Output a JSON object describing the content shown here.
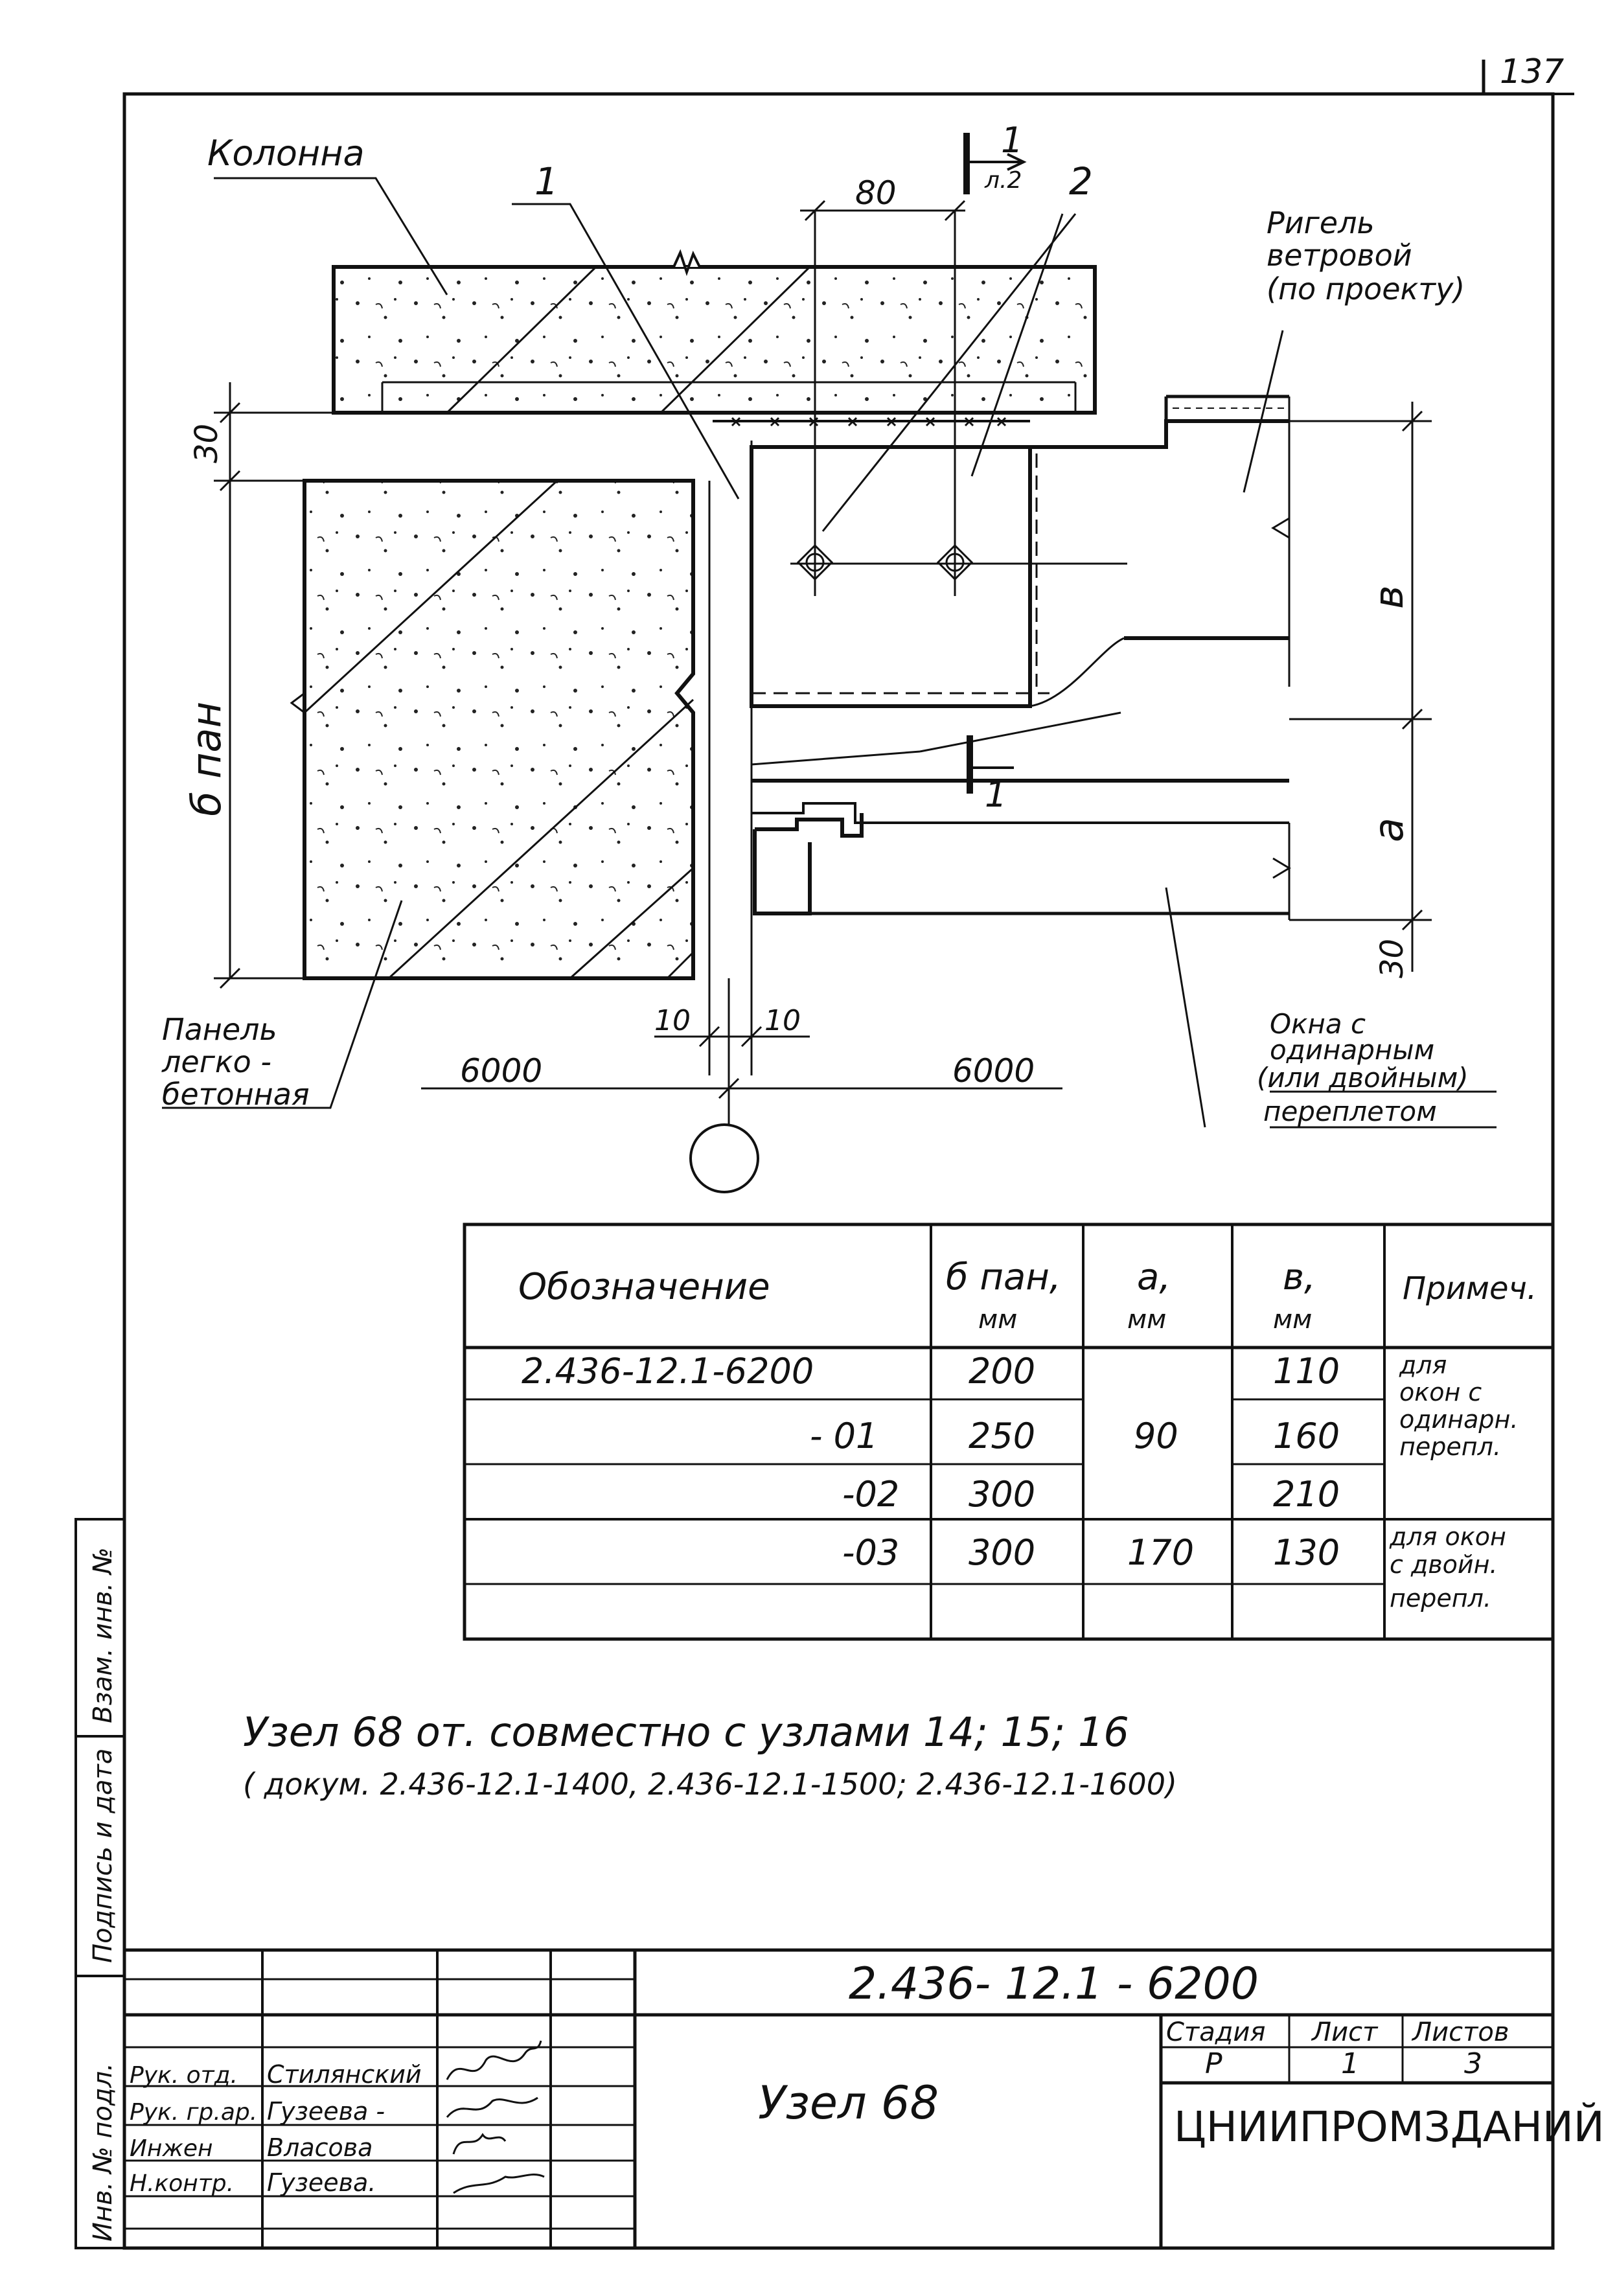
{
  "sheet": {
    "page_number": "137"
  },
  "drawing": {
    "labels": {
      "column": "Колонна",
      "girder_l1": "Ригель",
      "girder_l2": "ветровой",
      "girder_l3": "(по проекту)",
      "panel_l1": "Панель",
      "panel_l2": "легко -",
      "panel_l3": "бетонная",
      "window_l1": "Окна с",
      "window_l2": "одинарным",
      "window_l3": "(или двойным)",
      "window_l4": "переплетом",
      "pos1": "1",
      "pos2": "2",
      "section_num": "1",
      "section_sheet": "л.2",
      "section_num_lower": "1"
    },
    "dimensions": {
      "d80": "80",
      "d30_top": "30",
      "d30_bottom": "30",
      "b_pan": "б пан",
      "b": "в",
      "a": "а",
      "d10_left": "10",
      "d10_right": "10",
      "d6000_left": "6000",
      "d6000_right": "6000"
    }
  },
  "spec_table": {
    "headers": {
      "designation": "Обозначение",
      "b_pan": "б пан,",
      "b_pan_unit": "мм",
      "a": "а,",
      "a_unit": "мм",
      "b": "в,",
      "b_unit": "мм",
      "note": "Примеч."
    },
    "rows": [
      {
        "designation": "2.436-12.1-6200",
        "b_pan": "200",
        "b": "110"
      },
      {
        "designation": "- 01",
        "b_pan": "250",
        "b": "160"
      },
      {
        "designation": "-02",
        "b_pan": "300",
        "b": "210"
      },
      {
        "designation": "-03",
        "b_pan": "300",
        "a": "170",
        "b": "130"
      }
    ],
    "a_merged": "90",
    "note_single": [
      "для",
      "окон с",
      "одинарн.",
      "перепл."
    ],
    "note_double": [
      "для окон",
      "с двойн.",
      "перепл."
    ]
  },
  "notes": {
    "line1": "Узел 68 от. совместно с узлами  14; 15; 16",
    "line2": "( докум. 2.436-12.1-1400, 2.436-12.1-1500; 2.436-12.1-1600)"
  },
  "side_stamp": {
    "inv_no": "Инв. № подл.",
    "signature_date": "Подпись и дата",
    "replaced_inv": "Взам. инв. №"
  },
  "title_block": {
    "doc_code": "2.436- 12.1 - 6200",
    "title": "Узел 68",
    "stage_label": "Стадия",
    "sheet_label": "Лист",
    "sheets_label": "Листов",
    "stage": "Р",
    "sheet": "1",
    "sheets": "3",
    "organization": "ЦНИИПРОМЗДАНИЙ",
    "people": [
      {
        "role": "Рук. отд.",
        "name": "Стилянский"
      },
      {
        "role": "Рук. гр.ар.",
        "name": "Гузеева -"
      },
      {
        "role": "Инжен",
        "name": "Власова"
      },
      {
        "role": "Н.контр.",
        "name": "Гузеева."
      }
    ]
  }
}
